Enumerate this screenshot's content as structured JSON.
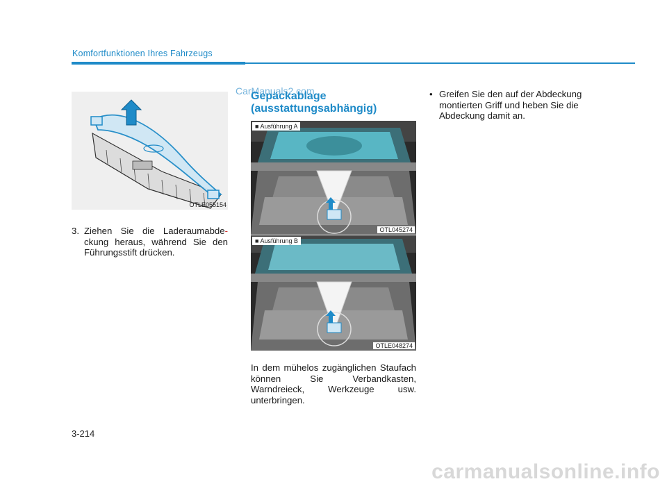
{
  "header": {
    "section_title": "Komfortfunktionen Ihres Fahrzeugs",
    "accent_color": "#1f8bc8"
  },
  "figure1": {
    "code": "OTLE055154",
    "icon": "up-arrow-icon"
  },
  "step3": {
    "number": "3.",
    "text_a": "Ziehen Sie die Laderaumabde",
    "hyphen": "-",
    "text_b": "ckung heraus, während Sie den Führungsstift drücken."
  },
  "watermark": {
    "text": "CarManuals2.com"
  },
  "section": {
    "title_line1": "Gepäckablage",
    "title_line2": "(ausstattungsabhängig)"
  },
  "photoA": {
    "label": "■ Ausführung A",
    "code": "OTL045274"
  },
  "photoB": {
    "label": "■ Ausführung B",
    "code": "OTLE048274"
  },
  "paragraph": {
    "text": "In dem mühelos zugänglichen Staufach können Sie Verbandkasten, Warndreieck, Werkzeuge usw. unterbringen."
  },
  "bullet": {
    "symbol": "•",
    "text": "Greifen Sie den auf der Abdeckung montierten Griff und heben Sie die Abdeckung damit an."
  },
  "page": {
    "number": "3-214"
  },
  "footer": {
    "watermark": "carmanualsonline.info"
  }
}
